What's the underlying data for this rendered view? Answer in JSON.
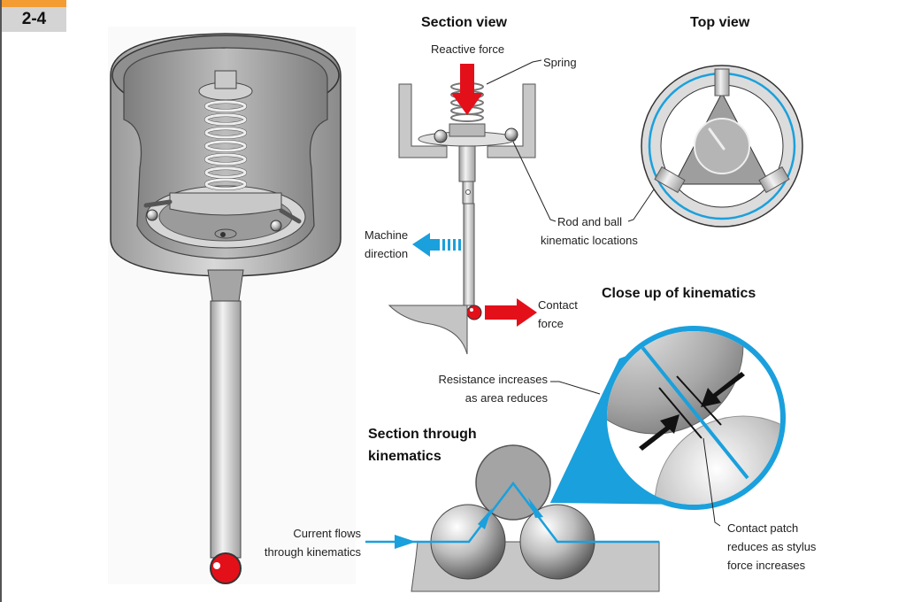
{
  "page": {
    "number": "2-4",
    "accent_color": "#f39c32"
  },
  "colors": {
    "blue": "#1aa0dc",
    "red": "#e3101a",
    "steel": "#a9a9a9"
  },
  "section_view": {
    "title": "Section view",
    "labels": {
      "reactive_force": "Reactive force",
      "spring": "Spring",
      "rod_ball_line1": "Rod and ball",
      "rod_ball_line2": "kinematic locations",
      "machine_line1": "Machine",
      "machine_line2": "direction",
      "contact_line1": "Contact",
      "contact_line2": "force"
    }
  },
  "top_view": {
    "title": "Top view"
  },
  "closeup": {
    "title": "Close up of kinematics",
    "resistance_line1": "Resistance increases",
    "resistance_line2": "as area reduces",
    "patch_line1": "Contact patch",
    "patch_line2": "reduces as stylus",
    "patch_line3": "force increases"
  },
  "section_through": {
    "title_line1": "Section through",
    "title_line2": "kinematics",
    "current_line1": "Current flows",
    "current_line2": "through kinematics"
  }
}
